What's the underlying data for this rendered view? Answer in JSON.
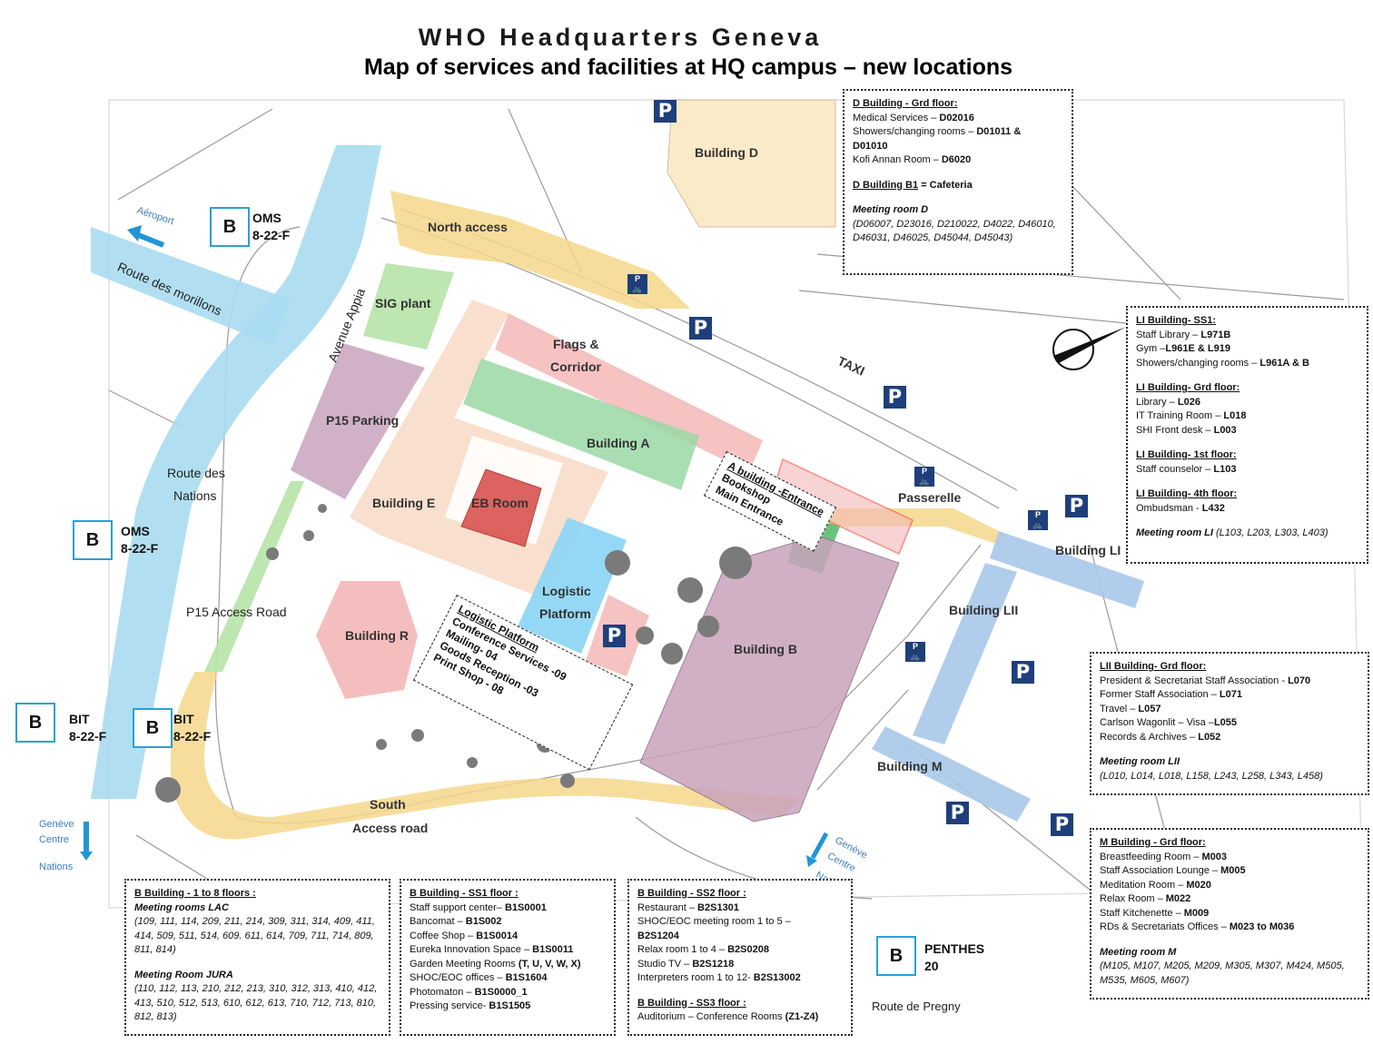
{
  "header": {
    "title": "WHO Headquarters Geneva",
    "subtitle": "Map of services and facilities at HQ campus – new locations"
  },
  "buildings": {
    "d": "Building D",
    "north_access": "North access",
    "sig": "SIG plant",
    "flags1": "Flags &",
    "flags2": "Corridor",
    "p15": "P15 Parking",
    "a": "Building A",
    "e": "Building E",
    "eb": "EB Room",
    "logistic1": "Logistic",
    "logistic2": "Platform",
    "r": "Building R",
    "b": "Building B",
    "passerelle": "Passerelle",
    "li": "Building LI",
    "lii": "Building LII",
    "m": "Building M",
    "south1": "South",
    "south2": "Access road",
    "taxi": "TAXI"
  },
  "streets": {
    "aeroport": "Aéroport",
    "morillons": "Route des morillons",
    "appia": "Avenue Appia",
    "nations1": "Route des",
    "nations2": "Nations",
    "p15_access": "P15 Access Road",
    "geneve1": "Genève",
    "geneve2": "Centre",
    "geneve3": "Nations",
    "pregny": "Route de Pregny"
  },
  "bus_stops": [
    {
      "letter": "B",
      "line1": "OMS",
      "line2": "8-22-F"
    },
    {
      "letter": "B",
      "line1": "OMS",
      "line2": "8-22-F"
    },
    {
      "letter": "B",
      "line1": "BIT",
      "line2": "8-22-F"
    },
    {
      "letter": "B",
      "line1": "BIT",
      "line2": "8-22-F"
    },
    {
      "letter": "B",
      "line1": "PENTHES",
      "line2": "20"
    }
  ],
  "parking_symbol": "P",
  "bike_symbol": "🚲",
  "callouts": {
    "a_entrance": {
      "title": "A building -Entrance",
      "l1": "Bookshop",
      "l2": "Main Entrance"
    },
    "logistic": {
      "title": "Logistic Platform",
      "l1": "Conference Services -09",
      "l2": "Mailing- 04",
      "l3": "Goods Reception -03",
      "l4": "Print Shop - 08"
    }
  },
  "d_box": {
    "h1": "D Building  - Grd floor:",
    "r1": "Medical Services – ",
    "r1b": "D02016",
    "r2": "Showers/changing rooms – ",
    "r2b": "D01011 &",
    "r2c": "D01010",
    "r3": "Kofi Annan Room – ",
    "r3b": "D6020",
    "h2": "D Building B1",
    "h2b": " = Cafeteria",
    "mr": "Meeting room D",
    "list": "(D06007, D23016, D210022, D4022, D46010, D46031, D46025, D45044, D45043)"
  },
  "li_box": {
    "h1": "LI Building- SS1:",
    "r1": "Staff Library – ",
    "r1b": "L971B",
    "r2": "Gym –",
    "r2b": "L961E & L919",
    "r3": "Showers/changing rooms – ",
    "r3b": "L961A & B",
    "h2": "LI Building- Grd floor:",
    "r4": "Library – ",
    "r4b": "L026",
    "r5": "IT Training Room – ",
    "r5b": "L018",
    "r6": "SHI Front desk – ",
    "r6b": "L003",
    "h3": "LI Building- 1st floor:",
    "r7": "Staff counselor – ",
    "r7b": "L103",
    "h4": "LI Building- 4th floor:",
    "r8": "Ombudsman - ",
    "r8b": "L432",
    "mr": "Meeting room LI",
    "list": " (L103, L203, L303, L403)"
  },
  "lii_box": {
    "h1": "LII Building- Grd floor:",
    "r1": "President & Secretariat Staff Association - ",
    "r1b": "L070",
    "r2": "Former Staff Association – ",
    "r2b": "L071",
    "r3": "Travel – ",
    "r3b": "L057",
    "r4": "Carlson Wagonlit – Visa –",
    "r4b": "L055",
    "r5": "Records & Archives – ",
    "r5b": "L052",
    "mr": "Meeting room LII",
    "list": "(L010, L014, L018, L158, L243, L258, L343, L458)"
  },
  "m_box": {
    "h1": "M Building - Grd floor:",
    "r1": "Breastfeeding Room – ",
    "r1b": "M003",
    "r2": "Staff Association Lounge – ",
    "r2b": "M005",
    "r3": "Meditation Room – ",
    "r3b": "M020",
    "r4": "Relax Room – ",
    "r4b": "M022",
    "r5": "Staff Kitchenette – ",
    "r5b": "M009",
    "r6": "RDs & Secretariats Offices – ",
    "r6b": "M023 to M036",
    "mr": "Meeting room M",
    "list": "(M105, M107, M205, M209, M305, M307, M424, M505, M535, M605, M607)"
  },
  "b_floors_box": {
    "h1": "B Building - 1 to 8 floors :",
    "mr1": "Meeting rooms LAC",
    "list1": "(109, 111, 114, 209, 211, 214, 309, 311, 314, 409, 411, 414, 509, 511, 514, 609. 611, 614, 709, 711, 714, 809, 811, 814)",
    "mr2": "Meeting Room JURA",
    "list2": "(110, 112, 113, 210, 212, 213, 310, 312, 313, 410, 412, 413, 510, 512, 513, 610, 612, 613, 710, 712, 713, 810, 812, 813)"
  },
  "b_ss1_box": {
    "h1": "B Building - SS1 floor :",
    "r1": "Staff support center– ",
    "r1b": "B1S0001",
    "r2": "Bancomat – ",
    "r2b": "B1S002",
    "r3": "Coffee Shop – ",
    "r3b": "B1S0014",
    "r4": "Eureka Innovation Space – ",
    "r4b": "B1S0011",
    "r5": "Garden Meeting Rooms ",
    "r5b": "(T, U, V, W, X)",
    "r6": "SHOC/EOC offices – ",
    "r6b": "B1S1604",
    "r7": "Photomaton – ",
    "r7b": "B1S0000_1",
    "r8": "Pressing service- ",
    "r8b": "B1S1505"
  },
  "b_ss2_box": {
    "h1": "B Building - SS2 floor :",
    "r1": "Restaurant – ",
    "r1b": "B2S1301",
    "r2": "SHOC/EOC meeting room 1 to 5 –",
    "r2b": "B2S1204",
    "r3": "Relax room 1 to 4 – ",
    "r3b": "B2S0208",
    "r4": "Studio TV – ",
    "r4b": "B2S1218",
    "r5": "Interpreters room 1 to 12- ",
    "r5b": "B2S13002",
    "h2": "B Building - SS3 floor :",
    "r6": "Auditorium – Conference Rooms ",
    "r6b": "(Z1-Z4)"
  },
  "colors": {
    "yellow_road": "#f5d78a",
    "blue_road": "#a9dcf0",
    "green": "#b6e3a7",
    "pink": "#f4b7b7",
    "peach": "#f8dcc8",
    "purple": "#c9a3bd",
    "eb_red": "#d9534f",
    "bldg_blue": "#a9c8ea",
    "bldg_d": "#fbe8c2",
    "parking_blue": "#1f3f7a",
    "bus_border": "#29a0d8"
  }
}
